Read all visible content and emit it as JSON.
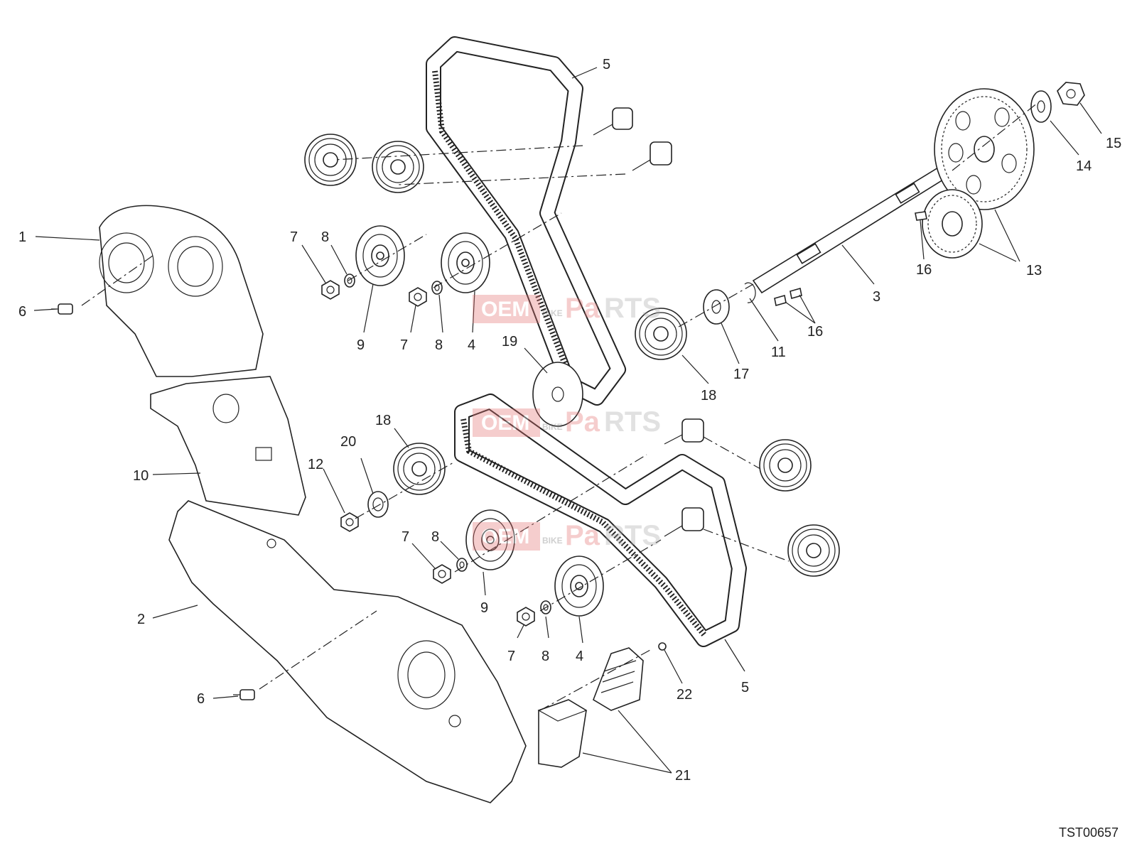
{
  "diagram": {
    "drawing_code": "TST00657",
    "watermark": {
      "text_a": "OEM",
      "text_b": "BIKE",
      "text_c": "Pa",
      "text_d": "RTS"
    },
    "callouts": [
      {
        "id": "c1",
        "label": "1"
      },
      {
        "id": "c2",
        "label": "2"
      },
      {
        "id": "c3",
        "label": "3"
      },
      {
        "id": "c4a",
        "label": "4"
      },
      {
        "id": "c4b",
        "label": "4"
      },
      {
        "id": "c5a",
        "label": "5"
      },
      {
        "id": "c5b",
        "label": "5"
      },
      {
        "id": "c6a",
        "label": "6"
      },
      {
        "id": "c6b",
        "label": "6"
      },
      {
        "id": "c7a",
        "label": "7"
      },
      {
        "id": "c7b",
        "label": "7"
      },
      {
        "id": "c7c",
        "label": "7"
      },
      {
        "id": "c7d",
        "label": "7"
      },
      {
        "id": "c8a",
        "label": "8"
      },
      {
        "id": "c8b",
        "label": "8"
      },
      {
        "id": "c8c",
        "label": "8"
      },
      {
        "id": "c8d",
        "label": "8"
      },
      {
        "id": "c9a",
        "label": "9"
      },
      {
        "id": "c9b",
        "label": "9"
      },
      {
        "id": "c10",
        "label": "10"
      },
      {
        "id": "c11",
        "label": "11"
      },
      {
        "id": "c12",
        "label": "12"
      },
      {
        "id": "c13a",
        "label": "13"
      },
      {
        "id": "c13b",
        "label": "13"
      },
      {
        "id": "c14",
        "label": "14"
      },
      {
        "id": "c15",
        "label": "15"
      },
      {
        "id": "c16a",
        "label": "16"
      },
      {
        "id": "c16b",
        "label": "16"
      },
      {
        "id": "c17",
        "label": "17"
      },
      {
        "id": "c18a",
        "label": "18"
      },
      {
        "id": "c18b",
        "label": "18"
      },
      {
        "id": "c19",
        "label": "19"
      },
      {
        "id": "c20",
        "label": "20"
      },
      {
        "id": "c21",
        "label": "21"
      },
      {
        "id": "c22",
        "label": "22"
      }
    ]
  }
}
